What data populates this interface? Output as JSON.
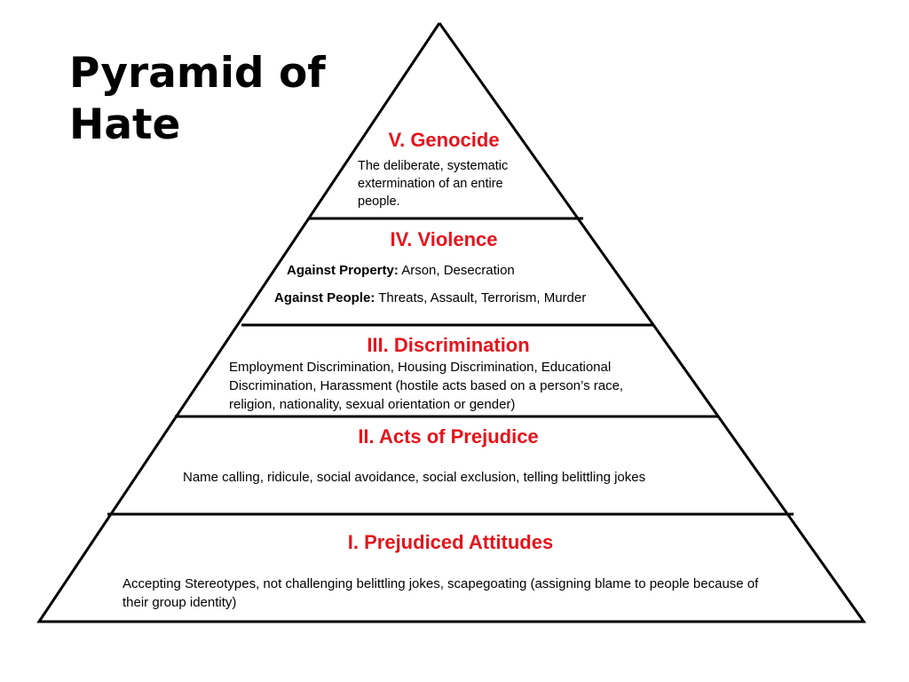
{
  "title": "Pyramid of Hate",
  "colors": {
    "tier_title": "#e5141b",
    "outline": "#000000"
  },
  "tiers": [
    {
      "title": "V. Genocide",
      "description": "The deliberate, systematic extermination of an entire people."
    },
    {
      "title": "IV. Violence",
      "property_label": "Against Property:",
      "property_text": " Arson, Desecration",
      "people_label": "Against People:",
      "people_text": " Threats, Assault, Terrorism, Murder"
    },
    {
      "title": "III. Discrimination",
      "description": "Employment Discrimination, Housing Discrimination, Educational Discrimination, Harassment (hostile acts based on a person’s race, religion, nationality, sexual orientation or gender)"
    },
    {
      "title": "II. Acts of Prejudice",
      "description": "Name calling, ridicule, social avoidance, social exclusion, telling belittling jokes"
    },
    {
      "title": "I. Prejudiced Attitudes",
      "description": "Accepting Stereotypes, not challenging belittling jokes, scapegoating (assigning blame to people because of their group identity)"
    }
  ]
}
